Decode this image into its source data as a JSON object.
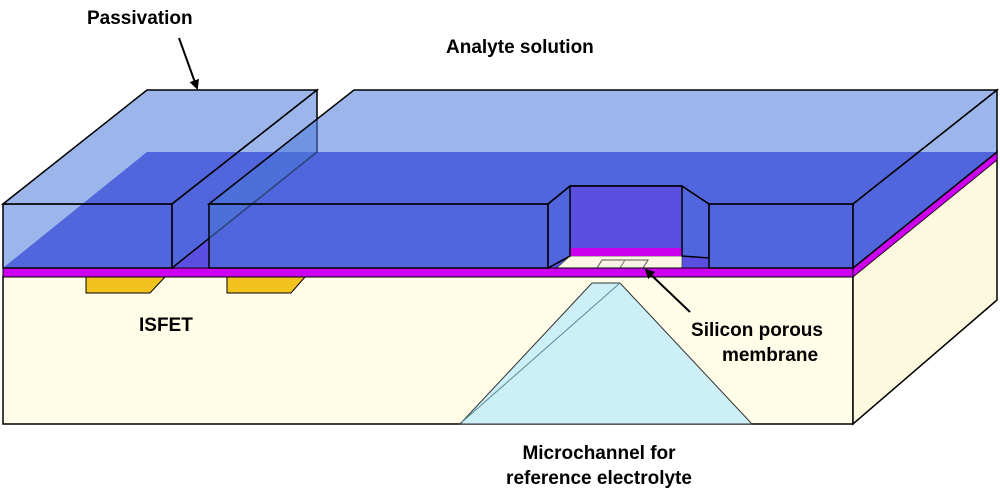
{
  "labels": {
    "passivation": "Passivation",
    "analyte_solution": "Analyte solution",
    "isfet": "ISFET",
    "membrane_line1": "Silicon porous",
    "membrane_line2": "membrane",
    "microchannel_line1": "Microchannel for",
    "microchannel_line2": "reference electrolyte"
  },
  "colors": {
    "substrate": "#fffce8",
    "substrate_side": "#fdf9de",
    "passivation_layer": "#cc00ee",
    "analyte": "#5a4fe0",
    "glass": "#4a78d8",
    "isfet_pad": "#f2c21f",
    "microchannel": "#cdf0f8",
    "membrane": "#f7f1e6"
  }
}
